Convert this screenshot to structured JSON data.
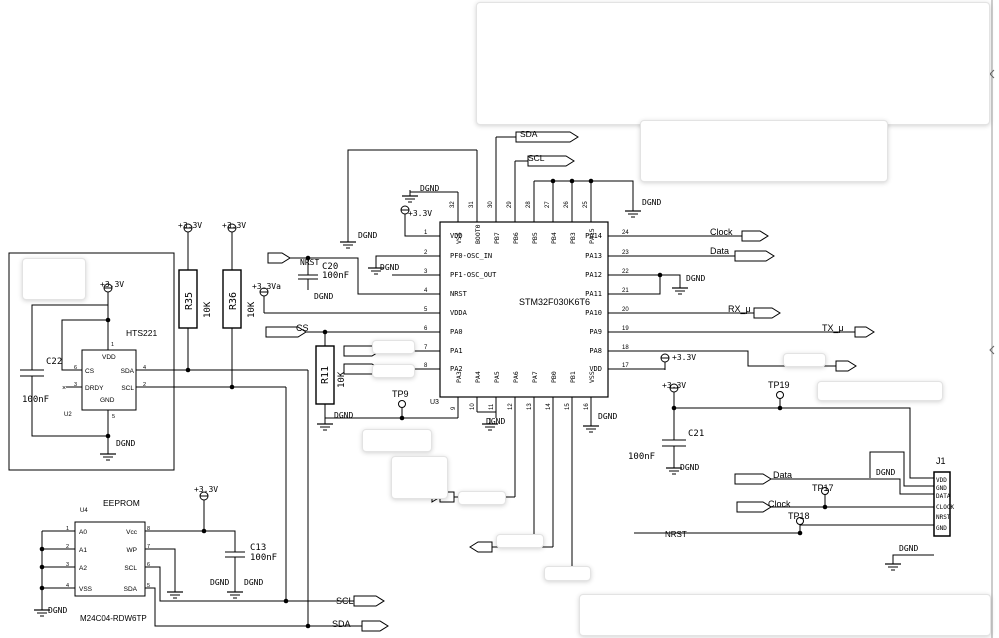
{
  "u3": {
    "part": "STM32F030K6T6",
    "ref": "U3",
    "left_pins": [
      {
        "num": "1",
        "name": "VDD"
      },
      {
        "num": "2",
        "name": "PF0-OSC_IN"
      },
      {
        "num": "3",
        "name": "PF1-OSC_OUT"
      },
      {
        "num": "4",
        "name": "NRST"
      },
      {
        "num": "5",
        "name": "VDDA"
      },
      {
        "num": "6",
        "name": "PA0"
      },
      {
        "num": "7",
        "name": "PA1"
      },
      {
        "num": "8",
        "name": "PA2"
      }
    ],
    "right_pins": [
      {
        "num": "24",
        "name": "PA14"
      },
      {
        "num": "23",
        "name": "PA13"
      },
      {
        "num": "22",
        "name": "PA12"
      },
      {
        "num": "21",
        "name": "PA11"
      },
      {
        "num": "20",
        "name": "PA10"
      },
      {
        "num": "19",
        "name": "PA9"
      },
      {
        "num": "18",
        "name": "PA8"
      },
      {
        "num": "17",
        "name": "VDD"
      }
    ],
    "top_pins": [
      {
        "num": "32",
        "name": "VSS"
      },
      {
        "num": "31",
        "name": "BOOT0"
      },
      {
        "num": "30",
        "name": "PB7"
      },
      {
        "num": "29",
        "name": "PB6"
      },
      {
        "num": "28",
        "name": "PB5"
      },
      {
        "num": "27",
        "name": "PB4"
      },
      {
        "num": "26",
        "name": "PB3"
      },
      {
        "num": "25",
        "name": "PA15"
      }
    ],
    "bottom_pins": [
      {
        "num": "9",
        "name": "PA3"
      },
      {
        "num": "10",
        "name": "PA4"
      },
      {
        "num": "11",
        "name": "PA5"
      },
      {
        "num": "12",
        "name": "PA6"
      },
      {
        "num": "13",
        "name": "PA7"
      },
      {
        "num": "14",
        "name": "PB0"
      },
      {
        "num": "15",
        "name": "PB1"
      },
      {
        "num": "16",
        "name": "VSS"
      }
    ]
  },
  "hts221": {
    "title": "HTS221",
    "ref": "U2",
    "pins": [
      "VDD",
      "CS",
      "DRDY",
      "GND",
      "SDA",
      "SCL"
    ],
    "nums": [
      "1",
      "6",
      "3",
      "5",
      "4",
      "2"
    ]
  },
  "eeprom": {
    "title": "EEPROM",
    "ref": "U4",
    "part": "M24C04-RDW6TP",
    "left_pins": [
      "A0",
      "A1",
      "A2",
      "VSS"
    ],
    "left_nums": [
      "1",
      "2",
      "3",
      "4"
    ],
    "right_pins": [
      "Vcc",
      "WP",
      "SCL",
      "SDA"
    ],
    "right_nums": [
      "8",
      "7",
      "6",
      "5"
    ]
  },
  "j1": {
    "ref": "J1",
    "pins": [
      "VDD",
      "GND",
      "DATA",
      "CLOCK",
      "NRST",
      "GND"
    ]
  },
  "resistors": [
    {
      "ref": "R35",
      "value": "10K"
    },
    {
      "ref": "R36",
      "value": "10K"
    },
    {
      "ref": "R11",
      "value": "10K"
    }
  ],
  "caps": [
    {
      "ref": "C22",
      "value": "100nF"
    },
    {
      "ref": "C20",
      "value": "100nF"
    },
    {
      "ref": "C13",
      "value": "100nF"
    },
    {
      "ref": "C21",
      "value": "100nF"
    }
  ],
  "rails": {
    "p33": "+3.3V",
    "p33a": "+3.3Va",
    "dgnd": "DGND"
  },
  "testpoints": [
    "TP9",
    "TP19",
    "TP17",
    "TP18"
  ],
  "nets": {
    "sda": "SDA",
    "scl": "SCL",
    "clock": "Clock",
    "data": "Data",
    "rx": "RX_μ",
    "tx": "TX_μ",
    "cs": "CS",
    "nrst": "NRST"
  }
}
